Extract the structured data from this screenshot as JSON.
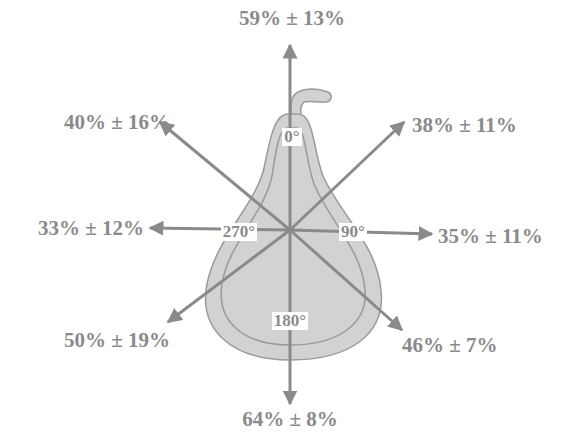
{
  "diagram": {
    "labels": [
      "59% ± 13%",
      "40% ± 16%",
      "38% ± 11%",
      "33% ± 12%",
      "35% ± 11%",
      "50% ± 19%",
      "46% ± 7%",
      "64% ± 8%",
      "0°",
      "90°",
      "180°",
      "270°"
    ]
  }
}
